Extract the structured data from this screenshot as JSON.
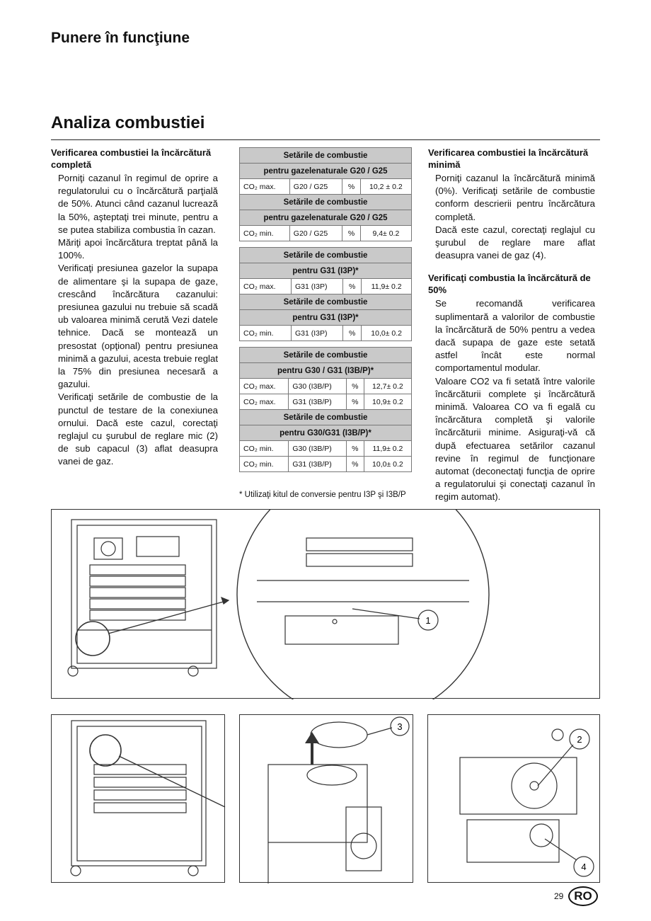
{
  "header": {
    "section": "Punere în funcţiune"
  },
  "title": "Analiza combustiei",
  "col1": {
    "heading": "Verificarea combustiei la încărcătură completă",
    "paragraphs": [
      "Porniţi cazanul în regimul de oprire a regulatorului cu o încărcătură parţială de 50%. Atunci când cazanul lucrează la 50%, aşteptaţi trei minute, pentru a se putea stabiliza combustia în cazan.",
      "Măriţi apoi încărcătura treptat până la 100%.",
      "Verificaţi presiunea gazelor la supapa de alimentare şi la supapa de gaze, crescând încărcătura cazanului: presiunea gazului nu trebuie să scadă ub valoarea minimă cerută Vezi datele tehnice. Dacă se montează un presostat (opţional) pentru presiunea minimă a gazului, acesta trebuie reglat la 75% din presiunea necesară a gazului.",
      "Verificaţi setările de combustie de la punctul de testare de la conexiunea ornului. Dacă este cazul, corectaţi reglajul cu şurubul de reglare mic (2) de sub capacul (3) aflat deasupra vanei de gaz."
    ]
  },
  "tables": [
    {
      "rows": [
        {
          "type": "h",
          "text": "Setările de combustie"
        },
        {
          "type": "h",
          "text": "pentru gazelenaturale G20 / G25"
        },
        {
          "type": "d",
          "c": [
            "CO₂  max.",
            "G20 / G25",
            "%",
            "10,2 ± 0.2"
          ]
        },
        {
          "type": "h",
          "text": "Setările de combustie"
        },
        {
          "type": "h",
          "text": "pentru gazelenaturale G20 / G25"
        },
        {
          "type": "d",
          "c": [
            "CO₂  min.",
            "G20 / G25",
            "%",
            "9,4± 0.2"
          ]
        }
      ]
    },
    {
      "rows": [
        {
          "type": "h",
          "text": "Setările de combustie"
        },
        {
          "type": "h",
          "text": "pentru G31 (I3P)*"
        },
        {
          "type": "d",
          "c": [
            "CO₂  max.",
            "G31 (I3P)",
            "%",
            "11,9± 0.2"
          ]
        },
        {
          "type": "h",
          "text": "Setările de combustie"
        },
        {
          "type": "h",
          "text": "pentru G31 (I3P)*"
        },
        {
          "type": "d",
          "c": [
            "CO₂  min.",
            "G31 (I3P)",
            "%",
            "10,0± 0.2"
          ]
        }
      ]
    },
    {
      "rows": [
        {
          "type": "h",
          "text": "Setările de combustie"
        },
        {
          "type": "h",
          "text": "pentru G30 / G31 (I3B/P)*"
        },
        {
          "type": "d",
          "c": [
            "CO₂  max.",
            "G30 (I3B/P)",
            "%",
            "12,7± 0.2"
          ]
        },
        {
          "type": "d",
          "c": [
            "CO₂  max.",
            "G31 (I3B/P)",
            "%",
            "10,9± 0.2"
          ]
        },
        {
          "type": "h",
          "text": "Setările de combustie"
        },
        {
          "type": "h",
          "text": "pentru G30/G31 (I3B/P)*"
        },
        {
          "type": "d",
          "c": [
            "CO₂  min.",
            "G30 (I3B/P)",
            "%",
            "11,9± 0.2"
          ]
        },
        {
          "type": "d",
          "c": [
            "CO₂  min.",
            "G31 (I3B/P)",
            "%",
            "10,0± 0.2"
          ]
        }
      ]
    }
  ],
  "footnote": "* Utilizaţi kitul de conversie pentru I3P şi I3B/P",
  "col3": {
    "heading1": "Verificarea combustiei la încărcătură minimă",
    "paragraphs1": [
      "Porniţi cazanul la încărcătură minimă (0%). Verificaţi setările de combustie conform descrierii pentru încărcătura completă.",
      "Dacă este cazul, corectaţi reglajul cu şurubul de reglare mare aflat deasupra vanei de gaz (4)."
    ],
    "heading2": "Verificaţi combustia la încărcătură de 50%",
    "paragraphs2": [
      "Se recomandă verificarea suplimentară a valorilor de combustie la încărcătură de 50% pentru a vedea dacă supapa de gaze este setată astfel încât este normal comportamentul modular.",
      "Valoare CO2 va fi setată între valorile încărcăturii complete şi încărcătură minimă. Valoarea CO va fi egală cu încărcătura completă şi valorile încărcăturii minime. Asiguraţi-vă că după efectuarea setărilor cazanul revine în regimul de funcţionare automat (deconectaţi funcţia de oprire a regulatorului şi conectaţi cazanul în regim automat)."
    ]
  },
  "callouts": {
    "c1": "1",
    "c2": "2",
    "c3": "3",
    "c4": "4"
  },
  "footer": {
    "page": "29",
    "lang": "RO"
  }
}
